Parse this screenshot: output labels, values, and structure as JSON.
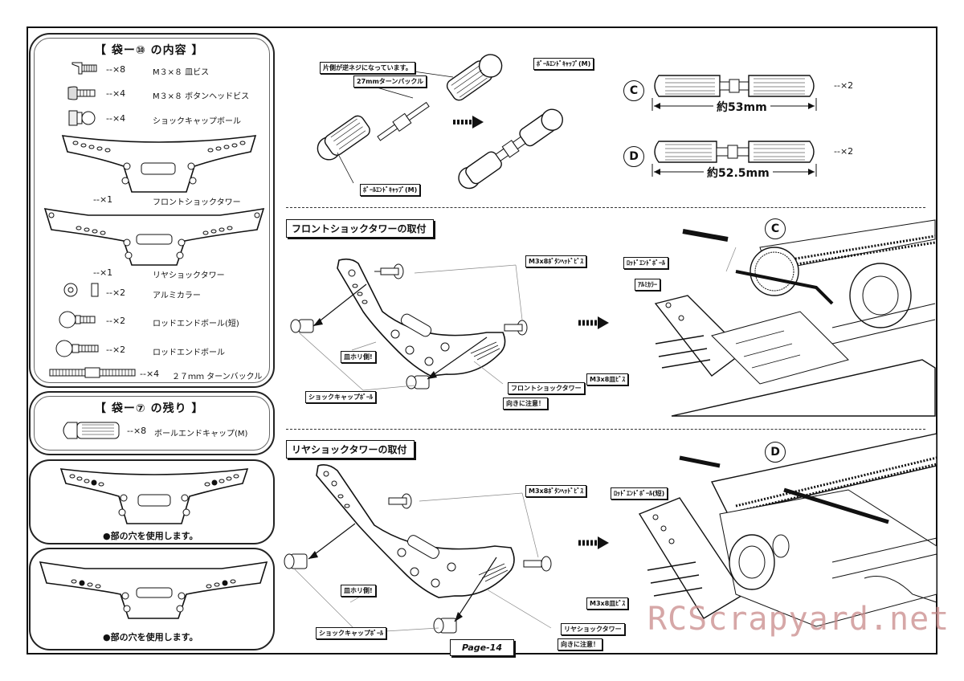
{
  "bag10": {
    "title": "【 袋ー⑩ の内容 】",
    "items": [
      {
        "qty": "--×8",
        "name": "M３×８ 皿ビス",
        "icon": "countersunk-screw-icon"
      },
      {
        "qty": "--×4",
        "name": "M３×８ ボタンヘッドビス",
        "icon": "button-head-screw-icon"
      },
      {
        "qty": "--×4",
        "name": "ショックキャップボール",
        "icon": "shock-cap-ball-icon"
      },
      {
        "qty": "--×1",
        "name": "フロントショックタワー",
        "icon": "front-shock-tower-icon"
      },
      {
        "qty": "--×1",
        "name": "リヤショックタワー",
        "icon": "rear-shock-tower-icon"
      },
      {
        "qty": "--×2",
        "name": "アルミカラー",
        "icon": "aluminum-collar-icon"
      },
      {
        "qty": "--×2",
        "name": "ロッドエンドボール(短)",
        "icon": "rod-end-ball-short-icon"
      },
      {
        "qty": "--×2",
        "name": "ロッドエンドボール",
        "icon": "rod-end-ball-icon"
      },
      {
        "qty": "--×4",
        "name": "２７ｍｍ ターンバックル",
        "icon": "turnbuckle-icon"
      }
    ]
  },
  "bag7": {
    "title": "【 袋ー⑦ の残り 】",
    "item": {
      "qty": "--×8",
      "name": "ボールエンドキャップ(M)",
      "icon": "ball-end-cap-icon"
    }
  },
  "hole_note_1": "●部の穴を使用します。",
  "hole_note_2": "●部の穴を使用します。",
  "turnbuckle_step": {
    "reverse_thread": "片側が逆ネジになっています。",
    "turnbuckle_label": "27mmターンバックル",
    "cap_label_top": "ﾎﾞｰﾙｴﾝﾄﾞｷｬｯﾌﾟ(M)",
    "cap_label_bottom": "ﾎﾞｰﾙｴﾝﾄﾞｷｬｯﾌﾟ(M)"
  },
  "rods": [
    {
      "letter": "C",
      "length": "約53mm",
      "qty": "--×2"
    },
    {
      "letter": "D",
      "length": "約52.5mm",
      "qty": "--×2"
    }
  ],
  "front_section": {
    "title": "フロントショックタワーの取付",
    "screw_label": "M3x8ﾎﾞﾀﾝﾍｯﾄﾞﾋﾞｽ",
    "countersink_note": "皿ホリ側!",
    "cap_ball_label": "ショックキャップﾎﾞｰﾙ",
    "tower_label": "フロントショックタワー",
    "orientation_note": "向きに注意！",
    "rod_end_label": "ﾛｯﾄﾞｴﾝﾄﾞﾎﾞｰﾙ",
    "collar_label": "ｱﾙﾐｶﾗｰ",
    "flat_screw_label": "M3x8皿ﾋﾞｽ",
    "callout": "C"
  },
  "rear_section": {
    "title": "リヤショックタワーの取付",
    "screw_label": "M3x8ﾎﾞﾀﾝﾍｯﾄﾞﾋﾞｽ",
    "countersink_note": "皿ホリ側!",
    "cap_ball_label": "ショックキャップﾎﾞｰﾙ",
    "tower_label": "リヤショックタワー",
    "orientation_note": "向きに注意！",
    "rod_end_label": "ﾛｯﾄﾞｴﾝﾄﾞﾎﾞｰﾙ(短)",
    "flat_screw_label": "M3x8皿ﾋﾞｽ",
    "callout": "D"
  },
  "page_label": "Page-14",
  "watermark": "RCScrapyard.net"
}
